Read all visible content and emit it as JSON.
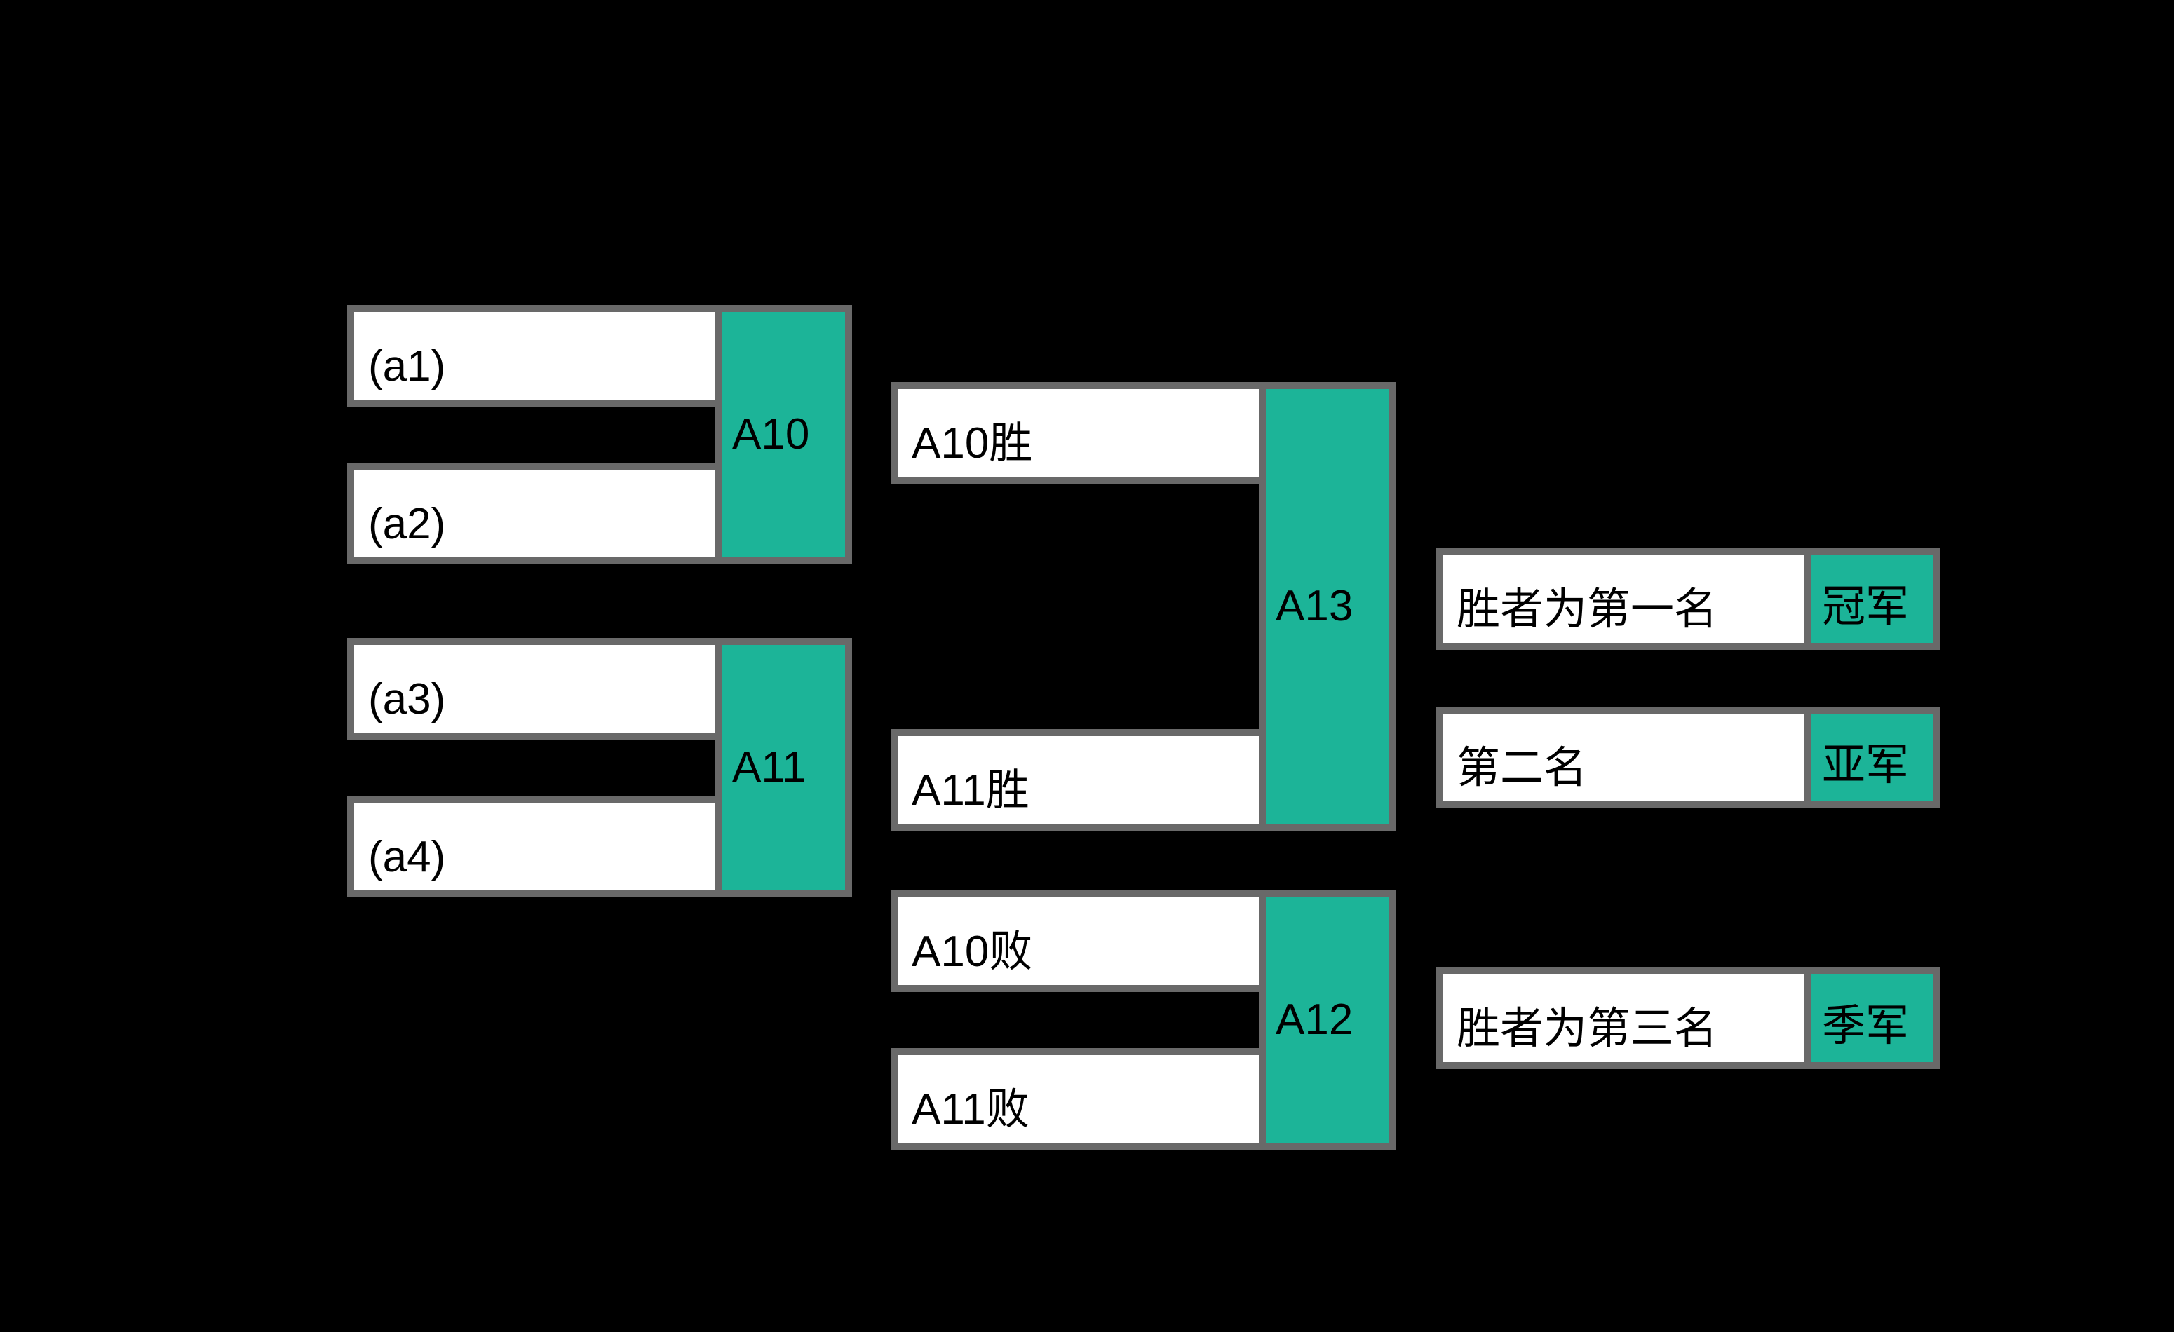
{
  "colors": {
    "bg": "#000000",
    "border": "#696969",
    "green": "#1cb498",
    "white": "#ffffff",
    "text": "#000000"
  },
  "matches": {
    "a10": {
      "label": "A10",
      "slot1": "(a1)",
      "slot2": "(a2)"
    },
    "a11": {
      "label": "A11",
      "slot1": "(a3)",
      "slot2": "(a4)"
    },
    "a13": {
      "label": "A13",
      "slot1": "A10胜",
      "slot2": "A11胜"
    },
    "a12": {
      "label": "A12",
      "slot1": "A10败",
      "slot2": "A11败"
    }
  },
  "results": {
    "first": {
      "text": "胜者为第一名",
      "medal": "冠军"
    },
    "second": {
      "text": "第二名",
      "medal": "亚军"
    },
    "third": {
      "text": "胜者为第三名",
      "medal": "季军"
    }
  }
}
